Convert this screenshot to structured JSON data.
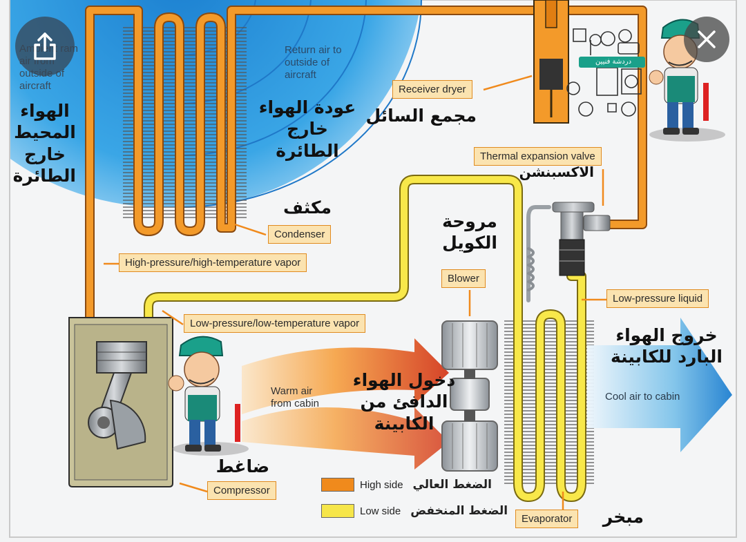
{
  "overlay": {
    "share_icon": "share-icon",
    "close_icon": "close-icon"
  },
  "labels": {
    "ambient": "Ambient ram air from outside of aircraft",
    "return_air": "Return air to outside of aircraft",
    "receiver_dryer": "Receiver dryer",
    "thermal_expansion_valve": "Thermal expansion valve",
    "condenser": "Condenser",
    "high_pressure_vapor": "High-pressure/high-temperature vapor",
    "blower": "Blower",
    "low_pressure_liquid": "Low-pressure liquid",
    "low_pressure_vapor": "Low-pressure/low-temperature vapor",
    "warm_air": "Warm air from cabin",
    "cool_air": "Cool air to cabin",
    "compressor": "Compressor",
    "evaporator": "Evaporator"
  },
  "arabic": {
    "ambient": "الهواء المحيط خارج الطائرة",
    "return_air": "عودة الهواء خارج الطائرة",
    "receiver_dryer": "مجمع السائل",
    "expansion_valve": "الاكسبنشن",
    "condenser": "مكثف",
    "blower": "مروحة الكويل",
    "cool_air": "خروج الهواء البارد للكابينة",
    "warm_air": "دخول الهواء الدافئ من الكابينة",
    "compressor": "ضاغط",
    "evaporator": "مبخر"
  },
  "legend": {
    "high_side": "High side",
    "high_side_ar": "الضغط العالي",
    "low_side": "Low side",
    "low_side_ar": "الضغط المنخفض",
    "high_color": "#f08a1c",
    "low_color": "#f6e64a"
  },
  "badge": {
    "text": "دردشة فنيين"
  },
  "colors": {
    "high_pipe": "#f08a1c",
    "low_pipe": "#f6e64a",
    "sky_blue": "#2f9ee0"
  }
}
